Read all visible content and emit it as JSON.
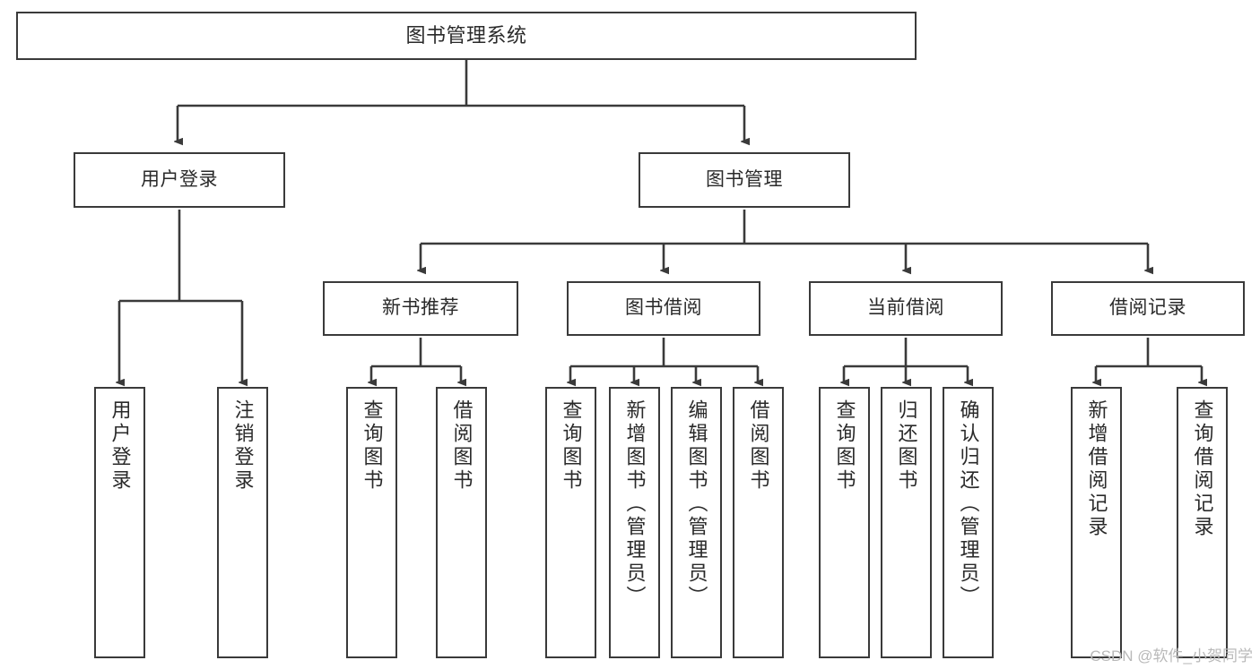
{
  "diagram": {
    "title": "图书管理系统",
    "type": "hierarchy-tree",
    "background": "#ffffff",
    "stroke_color": "#3a3a3a",
    "text_color": "#2a2a2a"
  },
  "nodes": {
    "root": {
      "label": "图书管理系统"
    },
    "level2": [
      {
        "label": "用户登录"
      },
      {
        "label": "图书管理"
      }
    ],
    "level3": [
      {
        "label": "新书推荐"
      },
      {
        "label": "图书借阅"
      },
      {
        "label": "当前借阅"
      },
      {
        "label": "借阅记录"
      }
    ],
    "leaves": {
      "user_login": [
        {
          "label": "用户登录"
        },
        {
          "label": "注销登录"
        }
      ],
      "new_book_recommend": [
        {
          "label": "查询图书"
        },
        {
          "label": "借阅图书"
        }
      ],
      "book_borrow": [
        {
          "label": "查询图书"
        },
        {
          "label": "新增图书（管理员）"
        },
        {
          "label": "编辑图书（管理员）"
        },
        {
          "label": "借阅图书"
        }
      ],
      "current_borrow": [
        {
          "label": "查询图书"
        },
        {
          "label": "归还图书"
        },
        {
          "label": "确认归还（管理员）"
        }
      ],
      "borrow_record": [
        {
          "label": "新增借阅记录"
        },
        {
          "label": "查询借阅记录"
        }
      ]
    }
  },
  "watermark": {
    "text": "CSDN @软件_小贺同学"
  }
}
